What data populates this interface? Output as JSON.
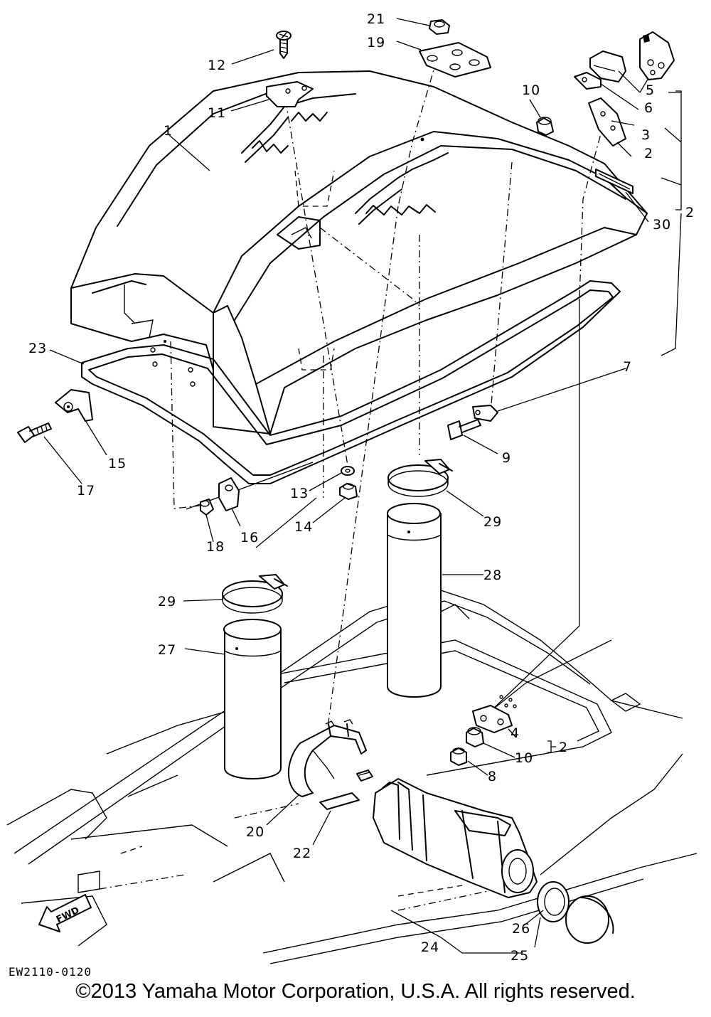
{
  "diagram": {
    "code": "EW2110-0120",
    "fwd_label": "FWD",
    "copyright": "©2013 Yamaha Motor Corporation, U.S.A. All rights reserved.",
    "labels": {
      "l1": "1",
      "l2a": "2",
      "l2b": "2",
      "l3": "3",
      "l4": "4",
      "l5": "5",
      "l6": "6",
      "l7": "7",
      "l8": "8",
      "l9": "9",
      "l10a": "10",
      "l10b": "10",
      "l11": "11",
      "l12": "12",
      "l13": "13",
      "l14": "14",
      "l15": "15",
      "l16": "16",
      "l17": "17",
      "l18": "18",
      "l19": "19",
      "l20": "20",
      "l21": "21",
      "l22": "22",
      "l23": "23",
      "l24": "24",
      "l25": "25",
      "l26": "26",
      "l27": "27",
      "l28": "28",
      "l29a": "29",
      "l29b": "29",
      "l30": "30"
    }
  }
}
